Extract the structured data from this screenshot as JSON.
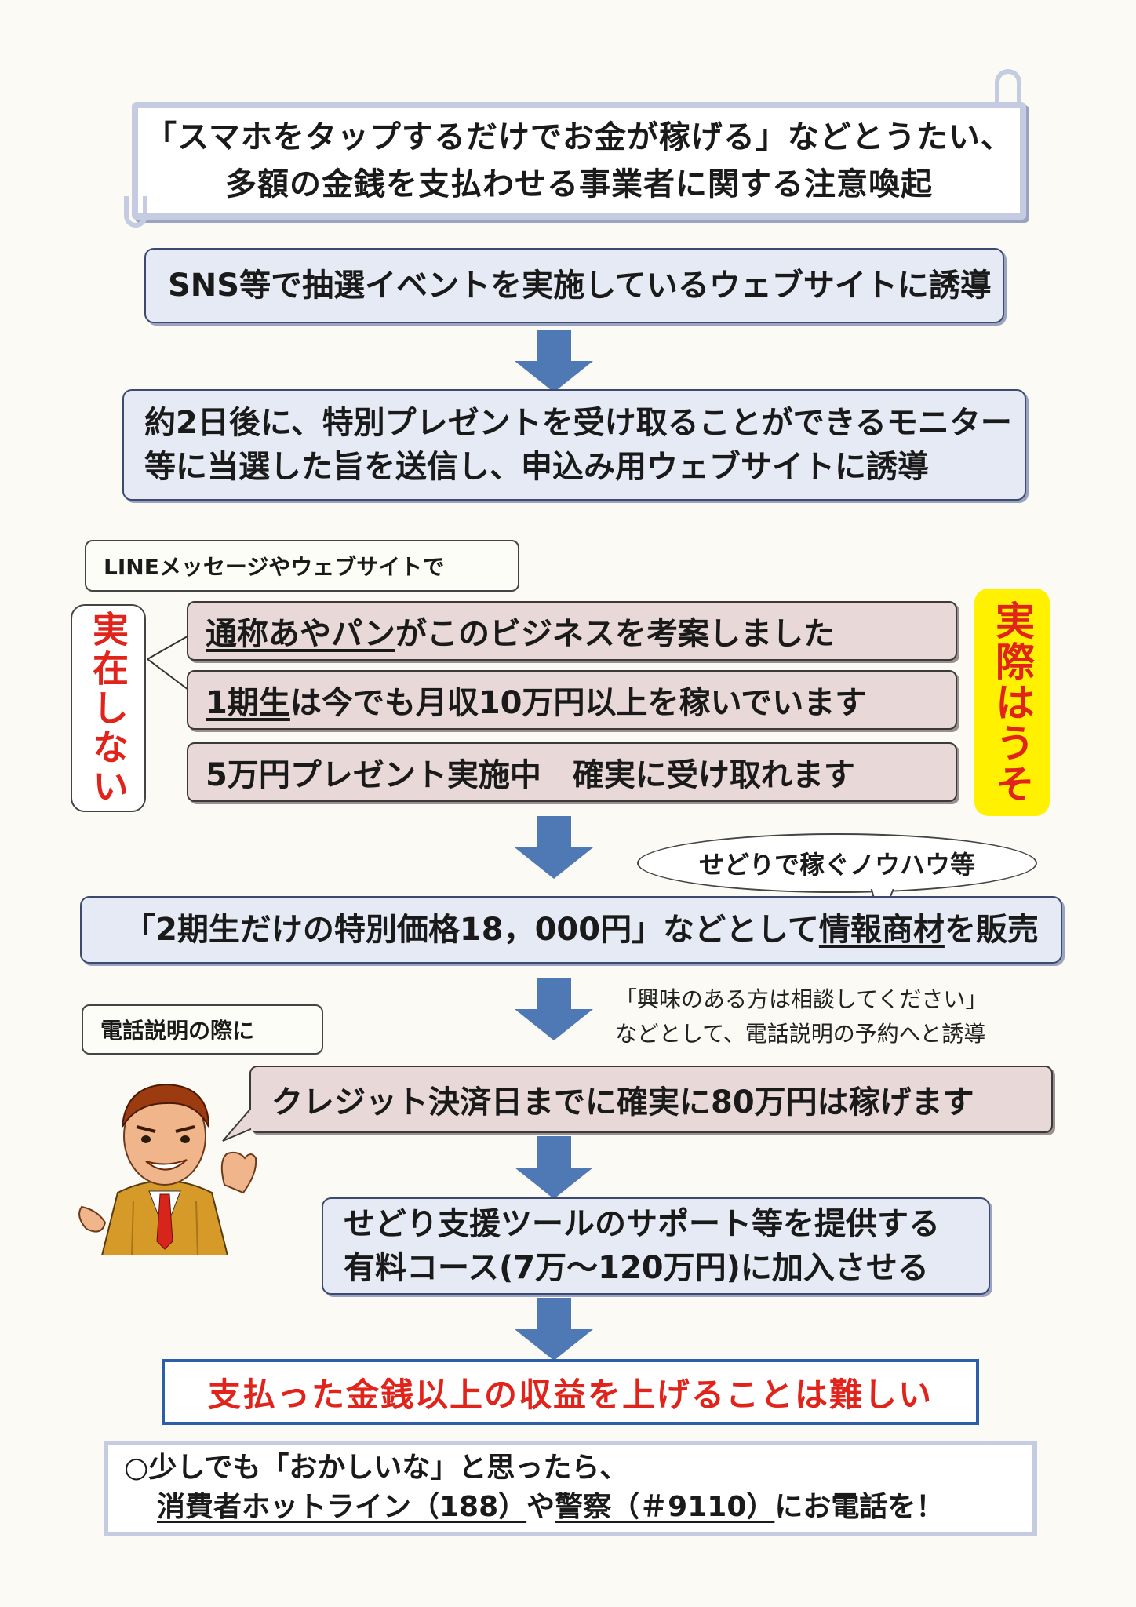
{
  "title": {
    "line1": "「スマホをタップするだけでお金が稼げる」などとうたい、",
    "line2": "多額の金銭を支払わせる事業者に関する注意喚起"
  },
  "step1": "SNS等で抽選イベントを実施しているウェブサイトに誘導",
  "step2": {
    "line1": "約2日後に、特別プレゼントを受け取ることができるモニター",
    "line2": "等に当選した旨を送信し、申込み用ウェブサイトに誘導"
  },
  "line_label": "LINEメッセージやウェブサイトで",
  "claims": {
    "c1_underlined": "通称あやパン",
    "c1_rest": "がこのビジネスを考案しました",
    "c2_underlined": "1期生",
    "c2_rest": "は今でも月収10万円以上を稼いでいます",
    "c3": "5万円プレゼント実施中　確実に受け取れます"
  },
  "not_exist_label": "実在しない",
  "actually_lie_label": "実際はうそ",
  "sedori_bubble": "せどりで稼ぐノウハウ等",
  "step3": {
    "part1": "「2期生だけの特別価格18，000円」などとして",
    "underlined": "情報商材",
    "part2": "を販売"
  },
  "phone_note": {
    "line1": "「興味のある方は相談してください」",
    "line2": "などとして、電話説明の予約へと誘導"
  },
  "phone_label": "電話説明の際に",
  "speech": "クレジット決済日までに確実に80万円は稼げます",
  "step4": {
    "line1": "せどり支援ツールのサポート等を提供する",
    "line2": "有料コース(7万～120万円)に加入させる"
  },
  "conclusion": "支払った金銭以上の収益を上げることは難しい",
  "advice": {
    "line1": "○少しでも「おかしいな」と思ったら、",
    "hotline": "消費者ホットライン（188）",
    "mid": "や",
    "police": "警察（＃9110）",
    "end": "にお電話を！"
  },
  "colors": {
    "arrow": "#4f79b4",
    "warning_red": "#e0241b",
    "highlight_yellow": "#fff100",
    "step_box": "#e6eaf4",
    "claim_box": "#e8d8d8"
  }
}
